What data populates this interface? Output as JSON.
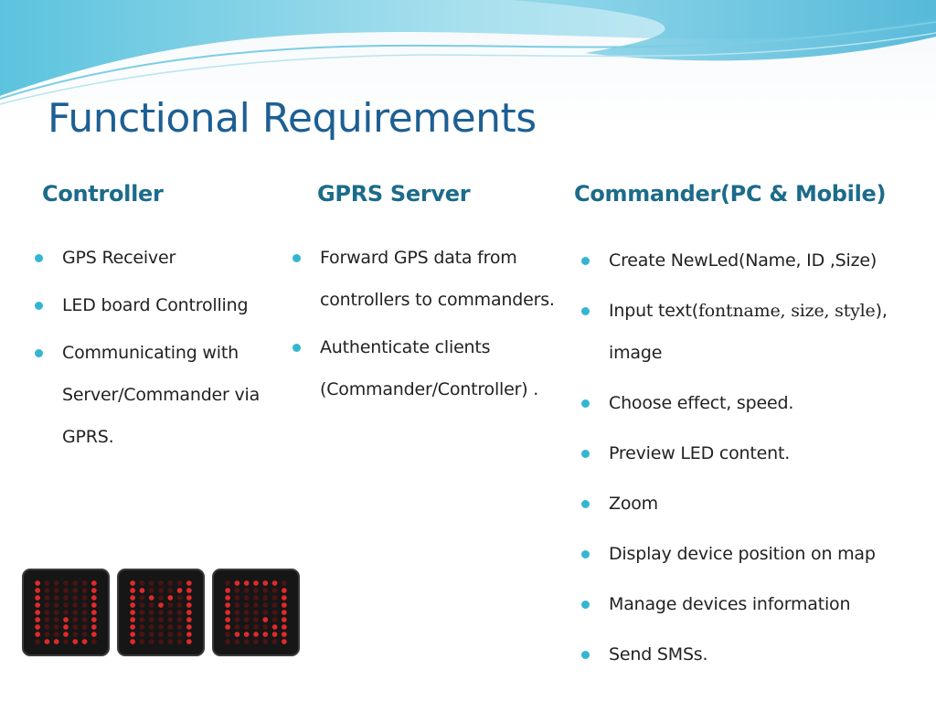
{
  "title": "Functional Requirements",
  "columns": [
    {
      "heading": "Controller",
      "items": [
        "GPS Receiver",
        "LED board Controlling",
        "Communicating with Server/Commander via GPRS."
      ]
    },
    {
      "heading": "GPRS Server",
      "items": [
        "Forward GPS data from controllers to commanders.",
        "Authenticate clients (Commander/Controller) ."
      ]
    },
    {
      "heading": "Commander(PC & Mobile)",
      "items": [
        "Create NewLed(Name, ID ,Size)",
        {
          "a": "Input text(",
          "b": "fontname, size, style",
          "c": "), image"
        },
        "Choose effect, speed.",
        "Preview LED content.",
        "Zoom",
        "Display device position on map",
        "Manage devices information",
        "Send SMSs."
      ]
    }
  ],
  "colors": {
    "title": "#1d5f93",
    "heading": "#1c6b8a",
    "bullet": "#34b6d2",
    "led_on": "#e02a2a",
    "led_off": "#4a1414"
  },
  "logo": {
    "type": "led-matrix-logo",
    "letters": "UMQ"
  }
}
